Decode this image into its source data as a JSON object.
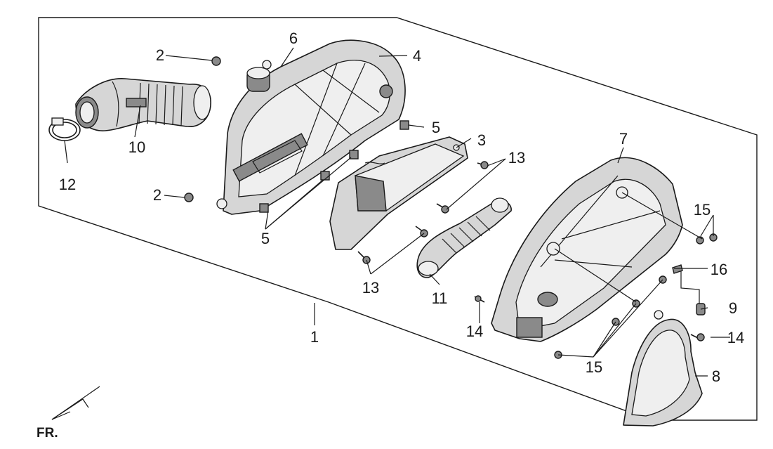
{
  "diagram": {
    "callouts": {
      "c1": "1",
      "c2a": "2",
      "c2b": "2",
      "c3": "3",
      "c4": "4",
      "c5a": "5",
      "c5b": "5",
      "c6": "6",
      "c7": "7",
      "c8": "8",
      "c9": "9",
      "c10": "10",
      "c11": "11",
      "c12": "12",
      "c13a": "13",
      "c13b": "13",
      "c14a": "14",
      "c14b": "14",
      "c15a": "15",
      "c15b": "15",
      "c16": "16"
    },
    "direction_label": "FR."
  }
}
